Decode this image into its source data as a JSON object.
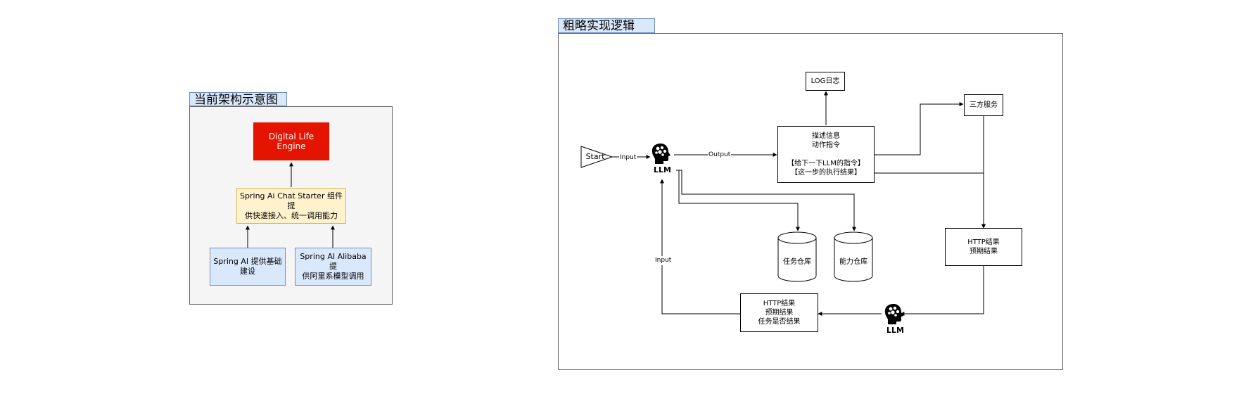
{
  "left_panel": {
    "title": "当前架构示意图",
    "engine_label": "Digital Life Engine",
    "starter_label": "Spring Ai Chat Starter 组件提\n供快速接入、统一调用能力",
    "spring_ai_label": "Spring AI 提供基础\n建设",
    "alibaba_label": "Spring AI Alibaba 提\n供阿里系模型调用"
  },
  "right_panel": {
    "title": "粗略实现逻辑",
    "start_label": "Start",
    "input_label_1": "Input",
    "llm_label_1": "LLM",
    "output_label": "Output",
    "log_label": "LOG日志",
    "desc_label": "描述信息\n动作指令\n\n【给下一下LLM的指令】\n【这一步的执行结果】",
    "third_party_label": "三方服务",
    "task_repo_label": "任务仓库",
    "ability_repo_label": "能力仓库",
    "http_result_label": "HTTP结果\n预期结果",
    "http_result_bottom_label": "HTTP结果\n预期结果\n任务是否结果",
    "llm_label_2": "LLM",
    "input_label_2": "Input"
  },
  "colors": {
    "engine_fill": "#e51400",
    "starter_fill": "#fff2cc",
    "starter_border": "#d6b656",
    "blue_fill": "#dae8fc",
    "blue_border": "#6c8ebf",
    "panel_fill": "#f5f5f5"
  },
  "icons": [
    "brain-head-icon"
  ]
}
